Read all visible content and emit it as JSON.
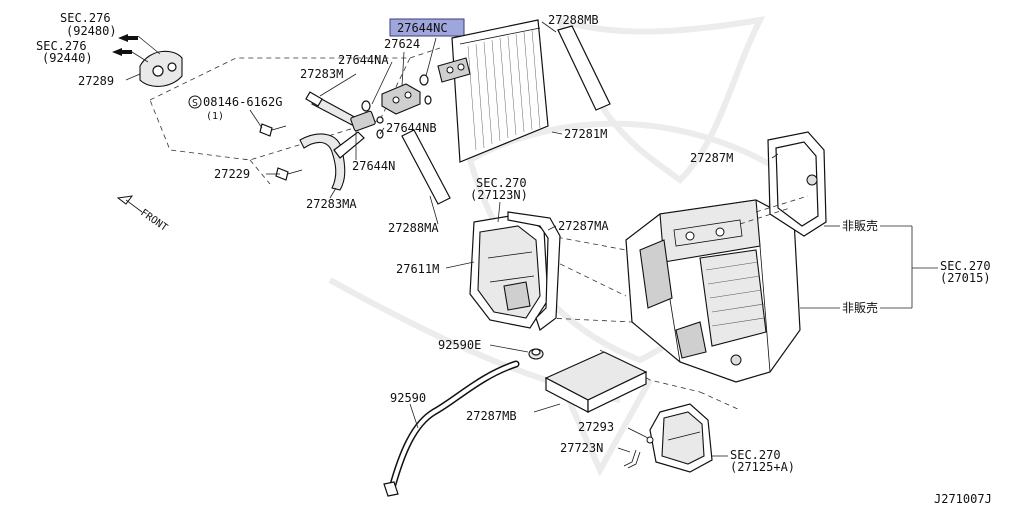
{
  "diagram_code": "J271007J",
  "part_labels": {
    "sec276_92480_a": "SEC.276",
    "sec276_92480_b": "(92480)",
    "sec276_92440_a": "SEC.276",
    "sec276_92440_b": "(92440)",
    "p27289": "27289",
    "p27283M": "27283M",
    "p27644NA": "27644NA",
    "p27624": "27624",
    "p27644NC": "27644NC",
    "p27288MB": "27288MB",
    "bolt_08146": "08146-6162G",
    "bolt_qty": "(1)",
    "p27644NB": "27644NB",
    "p27281M": "27281M",
    "p27644N": "27644N",
    "p27229": "27229",
    "front": "FRONT",
    "p27283MA": "27283MA",
    "p27288MA": "27288MA",
    "sec270_27123N_a": "SEC.270",
    "sec270_27123N_b": "(27123N)",
    "p27287MA": "27287MA",
    "p27287M": "27287M",
    "not_sold_1": "非販売",
    "not_sold_2": "非販売",
    "sec270_27015_a": "SEC.270",
    "sec270_27015_b": "(27015)",
    "p27611M": "27611M",
    "p92590E": "92590E",
    "p92590": "92590",
    "p27287MB": "27287MB",
    "p27293": "27293",
    "p27723N": "27723N",
    "sec270_27125A_a": "SEC.270",
    "sec270_27125A_b": "(27125+A)"
  }
}
